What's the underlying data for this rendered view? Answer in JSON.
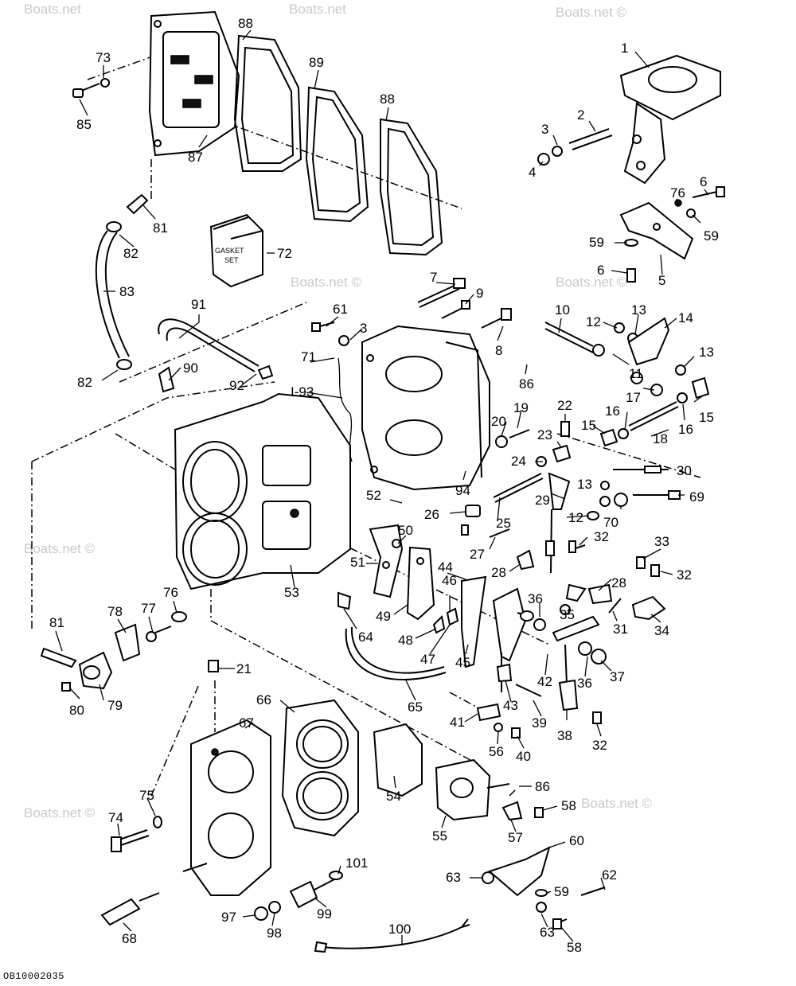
{
  "watermarks": [
    "Boats.net",
    "Boats.net",
    "Boats.net ©",
    "Boats.net ©",
    "Boats.net ©",
    "Boats.net ©",
    "Boats.net ©",
    "Boats.net ©"
  ],
  "catalog_code": "OB10002035",
  "gasket_set_label": [
    "GASKET",
    "SET"
  ],
  "callouts": [
    {
      "label": "1"
    },
    {
      "label": "2"
    },
    {
      "label": "3"
    },
    {
      "label": "4"
    },
    {
      "label": "5"
    },
    {
      "label": "6"
    },
    {
      "label": "6"
    },
    {
      "label": "59"
    },
    {
      "label": "59"
    },
    {
      "label": "76"
    },
    {
      "label": "73"
    },
    {
      "label": "85"
    },
    {
      "label": "87"
    },
    {
      "label": "88"
    },
    {
      "label": "89"
    },
    {
      "label": "88"
    },
    {
      "label": "81"
    },
    {
      "label": "82"
    },
    {
      "label": "72"
    },
    {
      "label": "83"
    },
    {
      "label": "82"
    },
    {
      "label": "91"
    },
    {
      "label": "90"
    },
    {
      "label": "92"
    },
    {
      "label": "61"
    },
    {
      "label": "3"
    },
    {
      "label": "71"
    },
    {
      "label": "I-93"
    },
    {
      "label": "7"
    },
    {
      "label": "9"
    },
    {
      "label": "8"
    },
    {
      "label": "86"
    },
    {
      "label": "10"
    },
    {
      "label": "12"
    },
    {
      "label": "13"
    },
    {
      "label": "14"
    },
    {
      "label": "13"
    },
    {
      "label": "11"
    },
    {
      "label": "17"
    },
    {
      "label": "15"
    },
    {
      "label": "16"
    },
    {
      "label": "16"
    },
    {
      "label": "15"
    },
    {
      "label": "18"
    },
    {
      "label": "20"
    },
    {
      "label": "19"
    },
    {
      "label": "22"
    },
    {
      "label": "23"
    },
    {
      "label": "24"
    },
    {
      "label": "30"
    },
    {
      "label": "94"
    },
    {
      "label": "52"
    },
    {
      "label": "26"
    },
    {
      "label": "25"
    },
    {
      "label": "29"
    },
    {
      "label": "13"
    },
    {
      "label": "12"
    },
    {
      "label": "69"
    },
    {
      "label": "70"
    },
    {
      "label": "50"
    },
    {
      "label": "51"
    },
    {
      "label": "27"
    },
    {
      "label": "32"
    },
    {
      "label": "28"
    },
    {
      "label": "53"
    },
    {
      "label": "44"
    },
    {
      "label": "33"
    },
    {
      "label": "32"
    },
    {
      "label": "28"
    },
    {
      "label": "36"
    },
    {
      "label": "35"
    },
    {
      "label": "31"
    },
    {
      "label": "34"
    },
    {
      "label": "46"
    },
    {
      "label": "49"
    },
    {
      "label": "48"
    },
    {
      "label": "47"
    },
    {
      "label": "45"
    },
    {
      "label": "64"
    },
    {
      "label": "42"
    },
    {
      "label": "36"
    },
    {
      "label": "37"
    },
    {
      "label": "78"
    },
    {
      "label": "77"
    },
    {
      "label": "76"
    },
    {
      "label": "81"
    },
    {
      "label": "79"
    },
    {
      "label": "80"
    },
    {
      "label": "21"
    },
    {
      "label": "65"
    },
    {
      "label": "43"
    },
    {
      "label": "39"
    },
    {
      "label": "38"
    },
    {
      "label": "41"
    },
    {
      "label": "56"
    },
    {
      "label": "40"
    },
    {
      "label": "32"
    },
    {
      "label": "66"
    },
    {
      "label": "67"
    },
    {
      "label": "54"
    },
    {
      "label": "86"
    },
    {
      "label": "58"
    },
    {
      "label": "75"
    },
    {
      "label": "74"
    },
    {
      "label": "55"
    },
    {
      "label": "57"
    },
    {
      "label": "60"
    },
    {
      "label": "101"
    },
    {
      "label": "63"
    },
    {
      "label": "59"
    },
    {
      "label": "62"
    },
    {
      "label": "97"
    },
    {
      "label": "98"
    },
    {
      "label": "99"
    },
    {
      "label": "68"
    },
    {
      "label": "100"
    },
    {
      "label": "63"
    },
    {
      "label": "58"
    }
  ]
}
